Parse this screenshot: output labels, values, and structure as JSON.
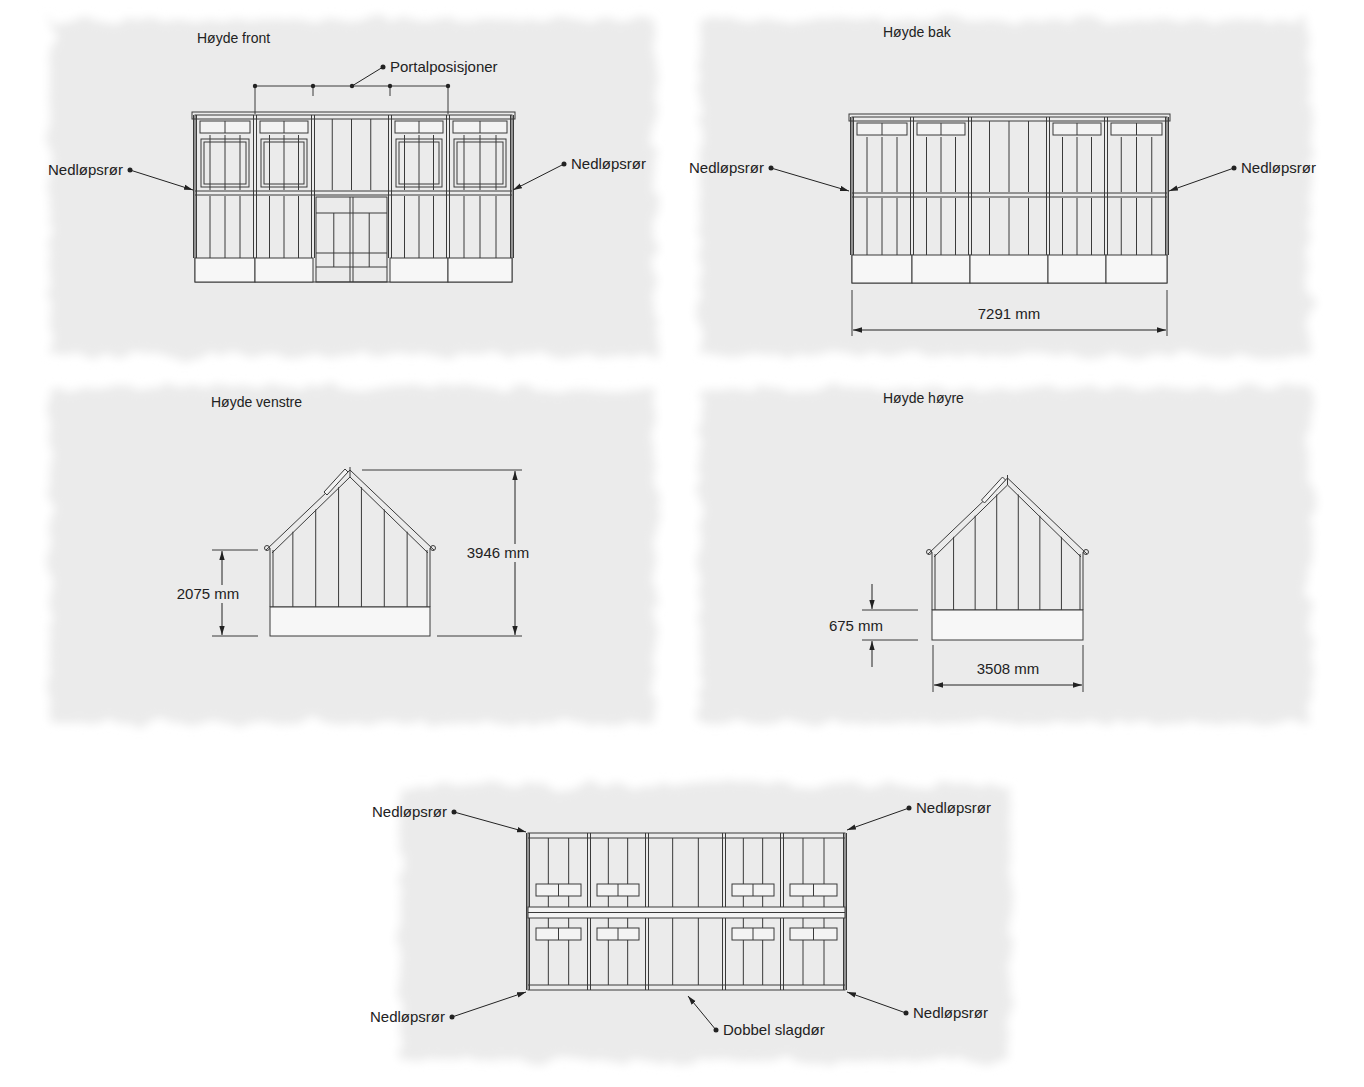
{
  "diagram": {
    "labels": [
      "Høyde front",
      "Portalposisjoner",
      "Nedløpsrør",
      "Nedløpsrør",
      "Høyde bak",
      "Nedløpsrør",
      "Nedløpsrør",
      "7291 mm",
      "Høyde venstre",
      "2075 mm",
      "3946 mm",
      "Høyde høyre",
      "675 mm",
      "3508 mm",
      "Nedløpsrør",
      "Nedløpsrør",
      "Nedløpsrør",
      "Nedløpsrør",
      "Dobbel slagdør"
    ]
  }
}
